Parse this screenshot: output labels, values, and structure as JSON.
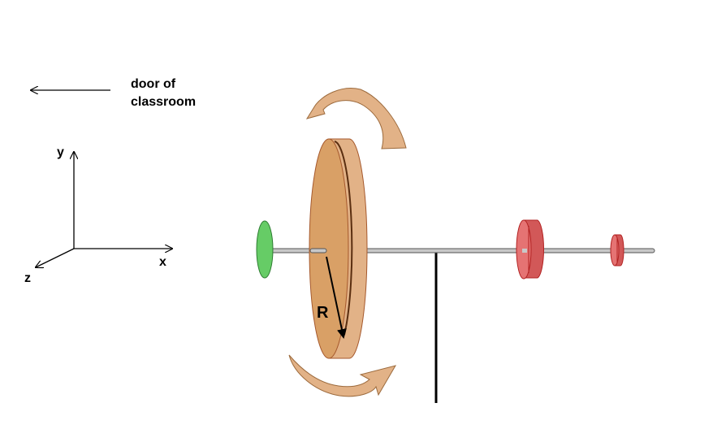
{
  "labels": {
    "door_line1": "door of",
    "door_line2": "classroom",
    "axis_x": "x",
    "axis_y": "y",
    "axis_z": "z",
    "radius": "R"
  },
  "colors": {
    "disk_face": "#D9A066",
    "disk_rim": "#E2B287",
    "disk_stroke": "#A5582C",
    "rotation_arrow_fill": "#E2B287",
    "rotation_arrow_stroke": "#9C6A3C",
    "green_weight": "#66CC66",
    "red_weight": "#E57373",
    "red_weight_dark": "#D25858",
    "red_weight_stroke": "#B22222",
    "axle": "#C8C8C8",
    "line": "#000000"
  },
  "icons": {
    "door_direction": "arrow-left-icon",
    "rotation": "curved-arrow-icon"
  }
}
